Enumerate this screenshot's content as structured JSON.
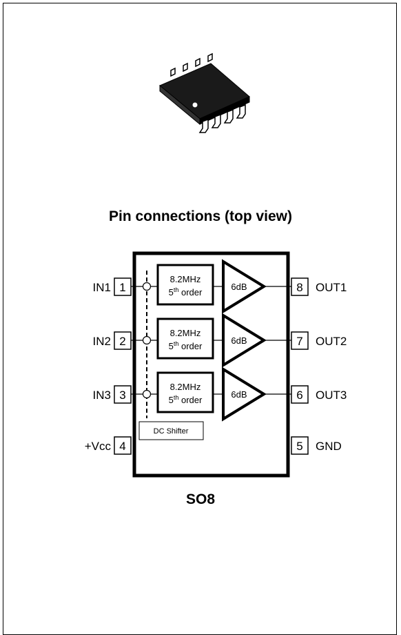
{
  "heading": "Pin connections (top view)",
  "package": "SO8",
  "pins_left": [
    {
      "num": "1",
      "name": "IN1"
    },
    {
      "num": "2",
      "name": "IN2"
    },
    {
      "num": "3",
      "name": "IN3"
    },
    {
      "num": "4",
      "name": "+Vcc"
    }
  ],
  "pins_right": [
    {
      "num": "8",
      "name": "OUT1"
    },
    {
      "num": "7",
      "name": "OUT2"
    },
    {
      "num": "6",
      "name": "OUT3"
    },
    {
      "num": "5",
      "name": "GND"
    }
  ],
  "filter_line1": "8.2MHz",
  "filter_line2_num": "5",
  "filter_line2_sup": "th",
  "filter_line2_rest": " order",
  "amp_gain": "6dB",
  "dc_shifter": "DC Shifter"
}
